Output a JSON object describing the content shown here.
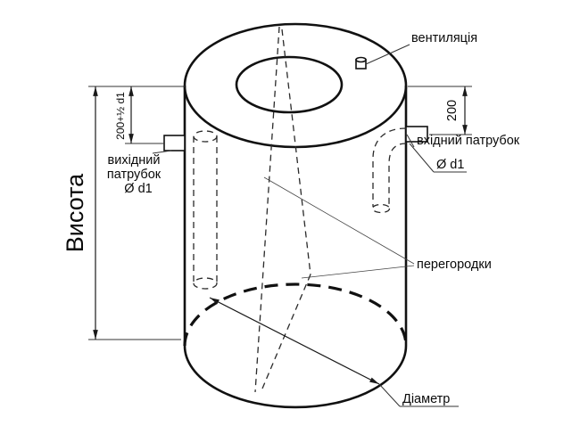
{
  "background": "#ffffff",
  "line_color": "#1a1a1a",
  "labels": {
    "ventilation": "вентиляція",
    "inlet_pipe": "вхідний патрубок",
    "inlet_diameter": "Ø d1",
    "outlet_line1": "вихідний",
    "outlet_line2": "патрубок",
    "outlet_diameter": "Ø d1",
    "height": "Висота",
    "dim_top_left": "200+½ d1",
    "dim_top_right": "200",
    "partitions": "перегородки",
    "diameter": "Діаметр"
  }
}
